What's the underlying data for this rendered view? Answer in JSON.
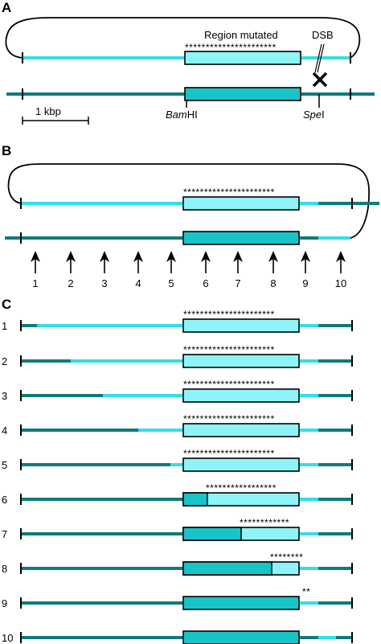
{
  "colors": {
    "light": "#2ee0e8",
    "dark": "#0e7b7b",
    "box_light": "#8ff4f7",
    "box_dark": "#17c4c8",
    "line": "#000000"
  },
  "panel_a": {
    "letter": "A",
    "region_label": "Region mutated",
    "dsb_label": "DSB",
    "stars": "**********************",
    "scale_label": "1 kbp",
    "bamhi_italic": "Bam",
    "bamhi_plain": "HI",
    "spei_italic": "Spe",
    "spei_plain": "I"
  },
  "panel_b": {
    "letter": "B",
    "stars": "**********************",
    "arrow_labels": [
      "1",
      "2",
      "3",
      "4",
      "5",
      "6",
      "7",
      "8",
      "9",
      "10"
    ]
  },
  "panel_c": {
    "letter": "C",
    "rows": [
      {
        "label": "1",
        "stars": "**********************"
      },
      {
        "label": "2",
        "stars": "**********************"
      },
      {
        "label": "3",
        "stars": "**********************"
      },
      {
        "label": "4",
        "stars": "**********************"
      },
      {
        "label": "5",
        "stars": "**********************"
      },
      {
        "label": "6",
        "stars": "*****************"
      },
      {
        "label": "7",
        "stars": "************"
      },
      {
        "label": "8",
        "stars": "********"
      },
      {
        "label": "9",
        "stars": "**"
      },
      {
        "label": "10",
        "stars": ""
      }
    ]
  }
}
